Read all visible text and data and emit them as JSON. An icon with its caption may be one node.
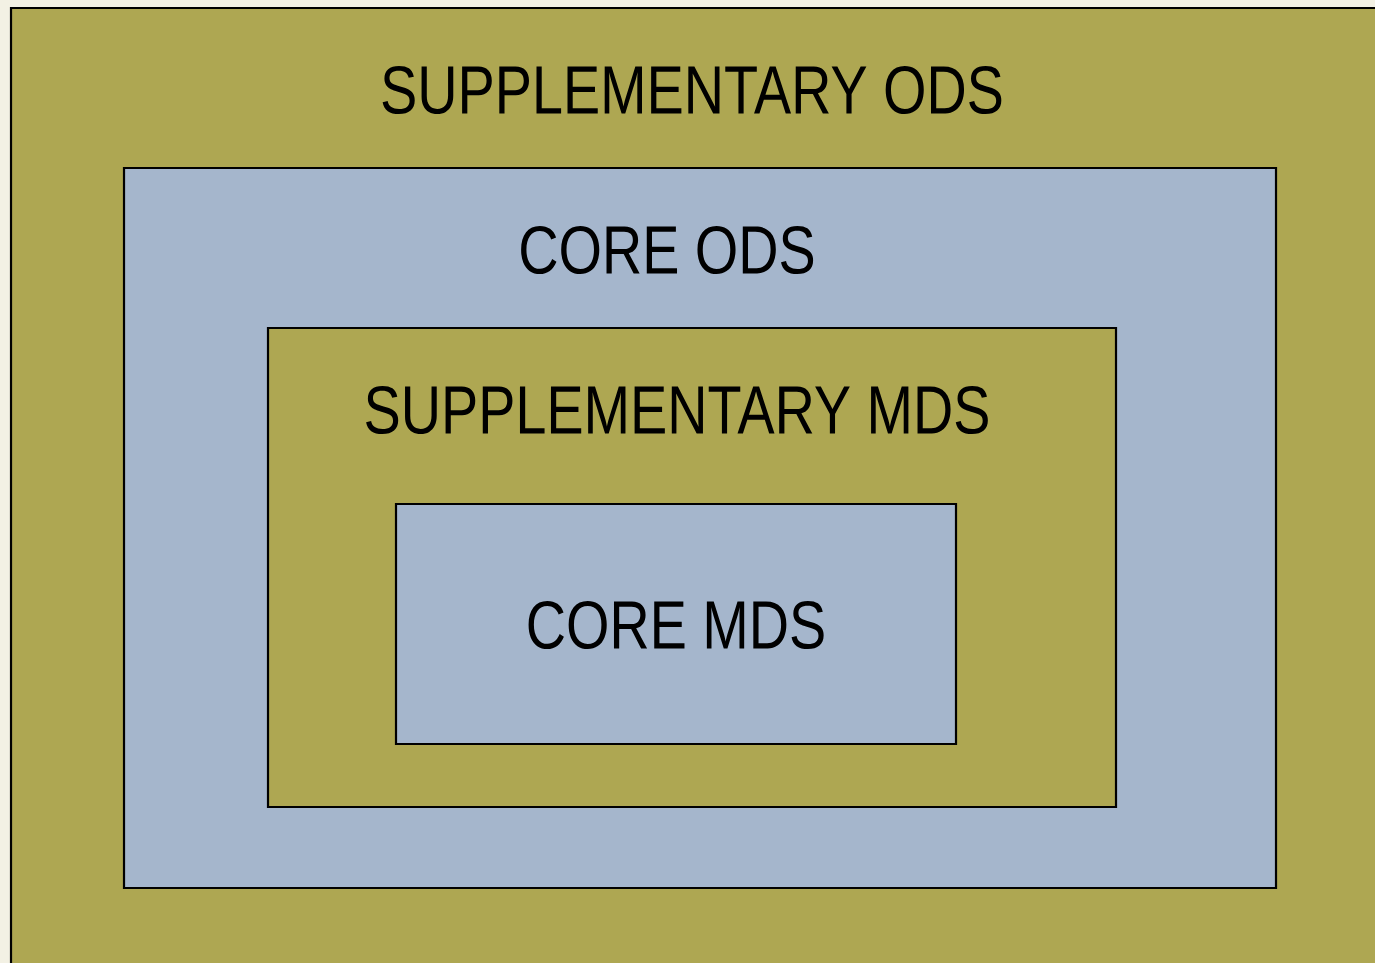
{
  "diagram": {
    "nodes": [
      {
        "text": [
          "SUPPLEMENTARY ODS"
        ]
      },
      {
        "text": [
          "CORE ODS"
        ],
        "in": 0
      },
      {
        "text": [
          "SUPPLEMENTARY MDS"
        ],
        "in": 1
      },
      {
        "text": [
          "CORE MDS"
        ],
        "in": 2
      }
    ]
  }
}
